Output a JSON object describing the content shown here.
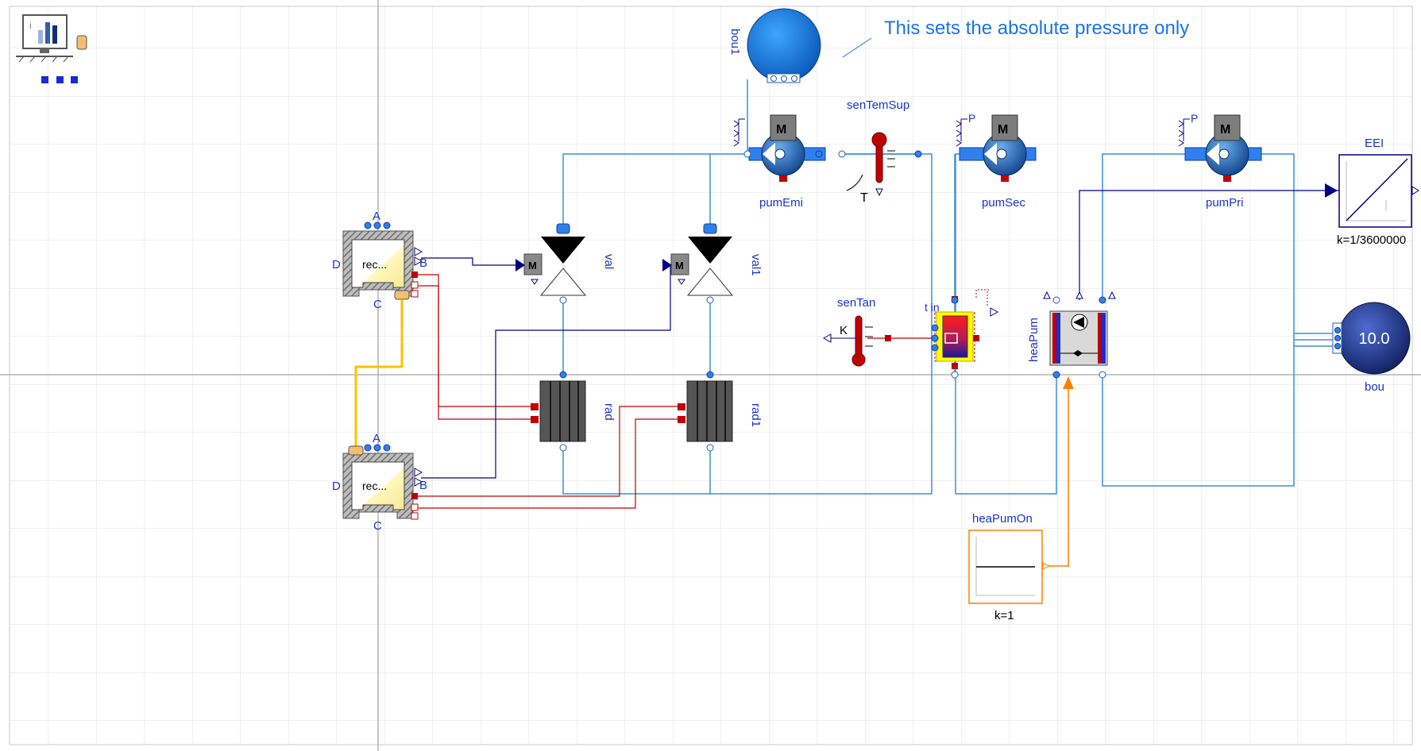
{
  "annotation": "This sets the absolute pressure only",
  "components": {
    "bou1": "bou1",
    "senTemSup": "senTemSup",
    "sensor_T": "T",
    "pumEmi": "pumEmi",
    "pumSec": "pumSec",
    "pumPri": "pumPri",
    "pump_motor": "M",
    "pump_P": "P",
    "val": "val",
    "val1": "val1",
    "valve_motor": "M",
    "rad": "rad",
    "rad1": "rad1",
    "senTan": "senTan",
    "sensor_K": "K",
    "tan_label": "t in",
    "heaPum": "heaPum",
    "heaPumOn": "heaPumOn",
    "heaPumOn_param": "k=1",
    "EEI": "EEI",
    "EEI_param": "k=1/3600000",
    "bou": "bou",
    "bou_value": "10.0"
  },
  "zones": [
    {
      "name": "rec...",
      "A": "A",
      "B": "B",
      "C": "C",
      "D": "D"
    },
    {
      "name": "rec...",
      "A": "A",
      "B": "B",
      "C": "C",
      "D": "D"
    }
  ],
  "colors": {
    "water": "#3a8fd8",
    "heat": "#c00000",
    "signal": "#00007f",
    "bus": "#ffc000",
    "boolean": "#ff7f00",
    "pump_body": "#1f5fae",
    "annotation": "#1a73e8"
  }
}
